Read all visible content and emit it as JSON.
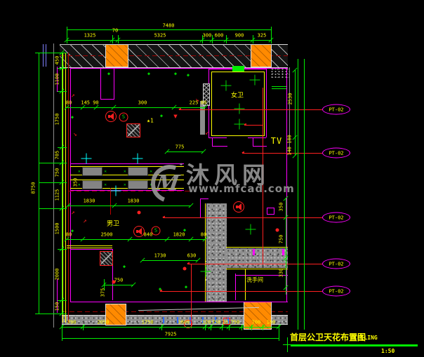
{
  "watermark": {
    "logo_m": "M",
    "logo_star": "✦",
    "brand": "沐风网",
    "url": "www.mfcad.com"
  },
  "title_block": {
    "title": "首层公卫天花布置图",
    "subtitle": "CEILING",
    "scale": "1:50"
  },
  "pt_labels": [
    "PT-02",
    "PT-02",
    "PT-02",
    "PT-02",
    "PT-02"
  ],
  "room_labels": {
    "female": "女卫",
    "male": "男卫",
    "washroom": "洗手间",
    "tv": "TV",
    "star_note": "★1",
    "s_mark": "S"
  },
  "dims": {
    "top_total": "7480",
    "top_segments": [
      "1325",
      "70",
      "5325",
      "300",
      "600",
      "900",
      "325"
    ],
    "left_total": "8750",
    "left_segments": [
      "450",
      "1100",
      "1750",
      "705",
      "750",
      "1125",
      "1500",
      "2000",
      "150"
    ],
    "bottom_total": "7925",
    "bottom_segments": [
      "390",
      "2050",
      "1750",
      "1600",
      "320",
      "750",
      "20",
      "750",
      "700",
      "160"
    ],
    "inner": [
      "80",
      "145 90",
      "300",
      "225",
      "80",
      "775",
      "1830",
      "1830",
      "350",
      "80",
      "2500",
      "840",
      "1820",
      "80",
      "1730",
      "630",
      "750",
      "375",
      "2530",
      "140 180",
      "350",
      "750",
      "330"
    ]
  },
  "colors": {
    "dim_green": "#00ee00",
    "text_yellow": "#ffff00",
    "wall_magenta": "#ff00ff",
    "leader_red": "#ff2020",
    "column_orange": "#ff8a00"
  }
}
